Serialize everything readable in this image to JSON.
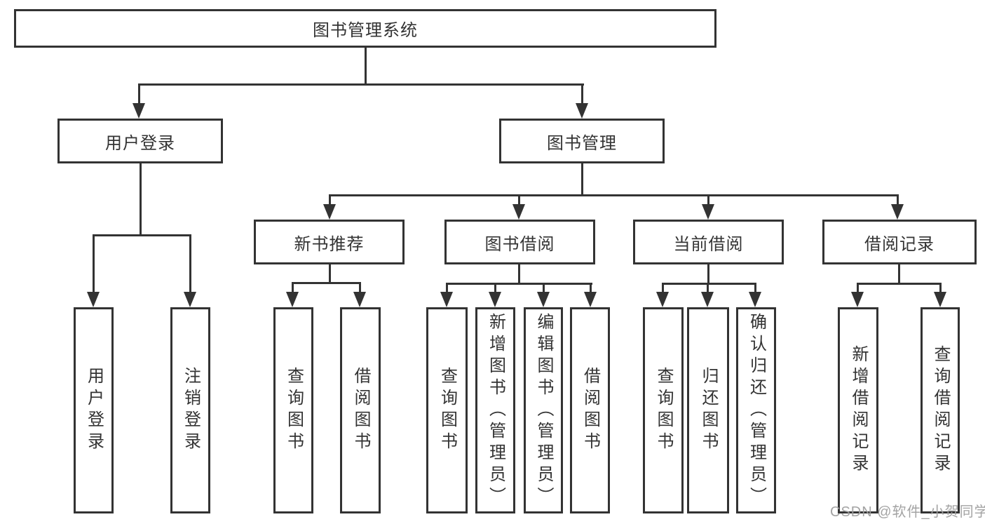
{
  "diagram": {
    "root": {
      "label": "图书管理系统"
    },
    "level2": [
      {
        "label": "用户登录"
      },
      {
        "label": "图书管理"
      }
    ],
    "level3": [
      {
        "label": "新书推荐"
      },
      {
        "label": "图书借阅"
      },
      {
        "label": "当前借阅"
      },
      {
        "label": "借阅记录"
      }
    ],
    "leaves": [
      {
        "label": "用户登录"
      },
      {
        "label": "注销登录"
      },
      {
        "label": "查询图书"
      },
      {
        "label": "借阅图书"
      },
      {
        "label": "查询图书"
      },
      {
        "label": "新增图书（管理员）"
      },
      {
        "label": "编辑图书（管理员）"
      },
      {
        "label": "借阅图书"
      },
      {
        "label": "查询图书"
      },
      {
        "label": "归还图书"
      },
      {
        "label": "确认归还（管理员）"
      },
      {
        "label": "新增借阅记录"
      },
      {
        "label": "查询借阅记录"
      }
    ],
    "watermark": "CSDN @软件_小贺同学",
    "colors": {
      "line": "#333333",
      "text": "#333333",
      "watermark": "#9e9e9e",
      "background": "#ffffff"
    }
  }
}
